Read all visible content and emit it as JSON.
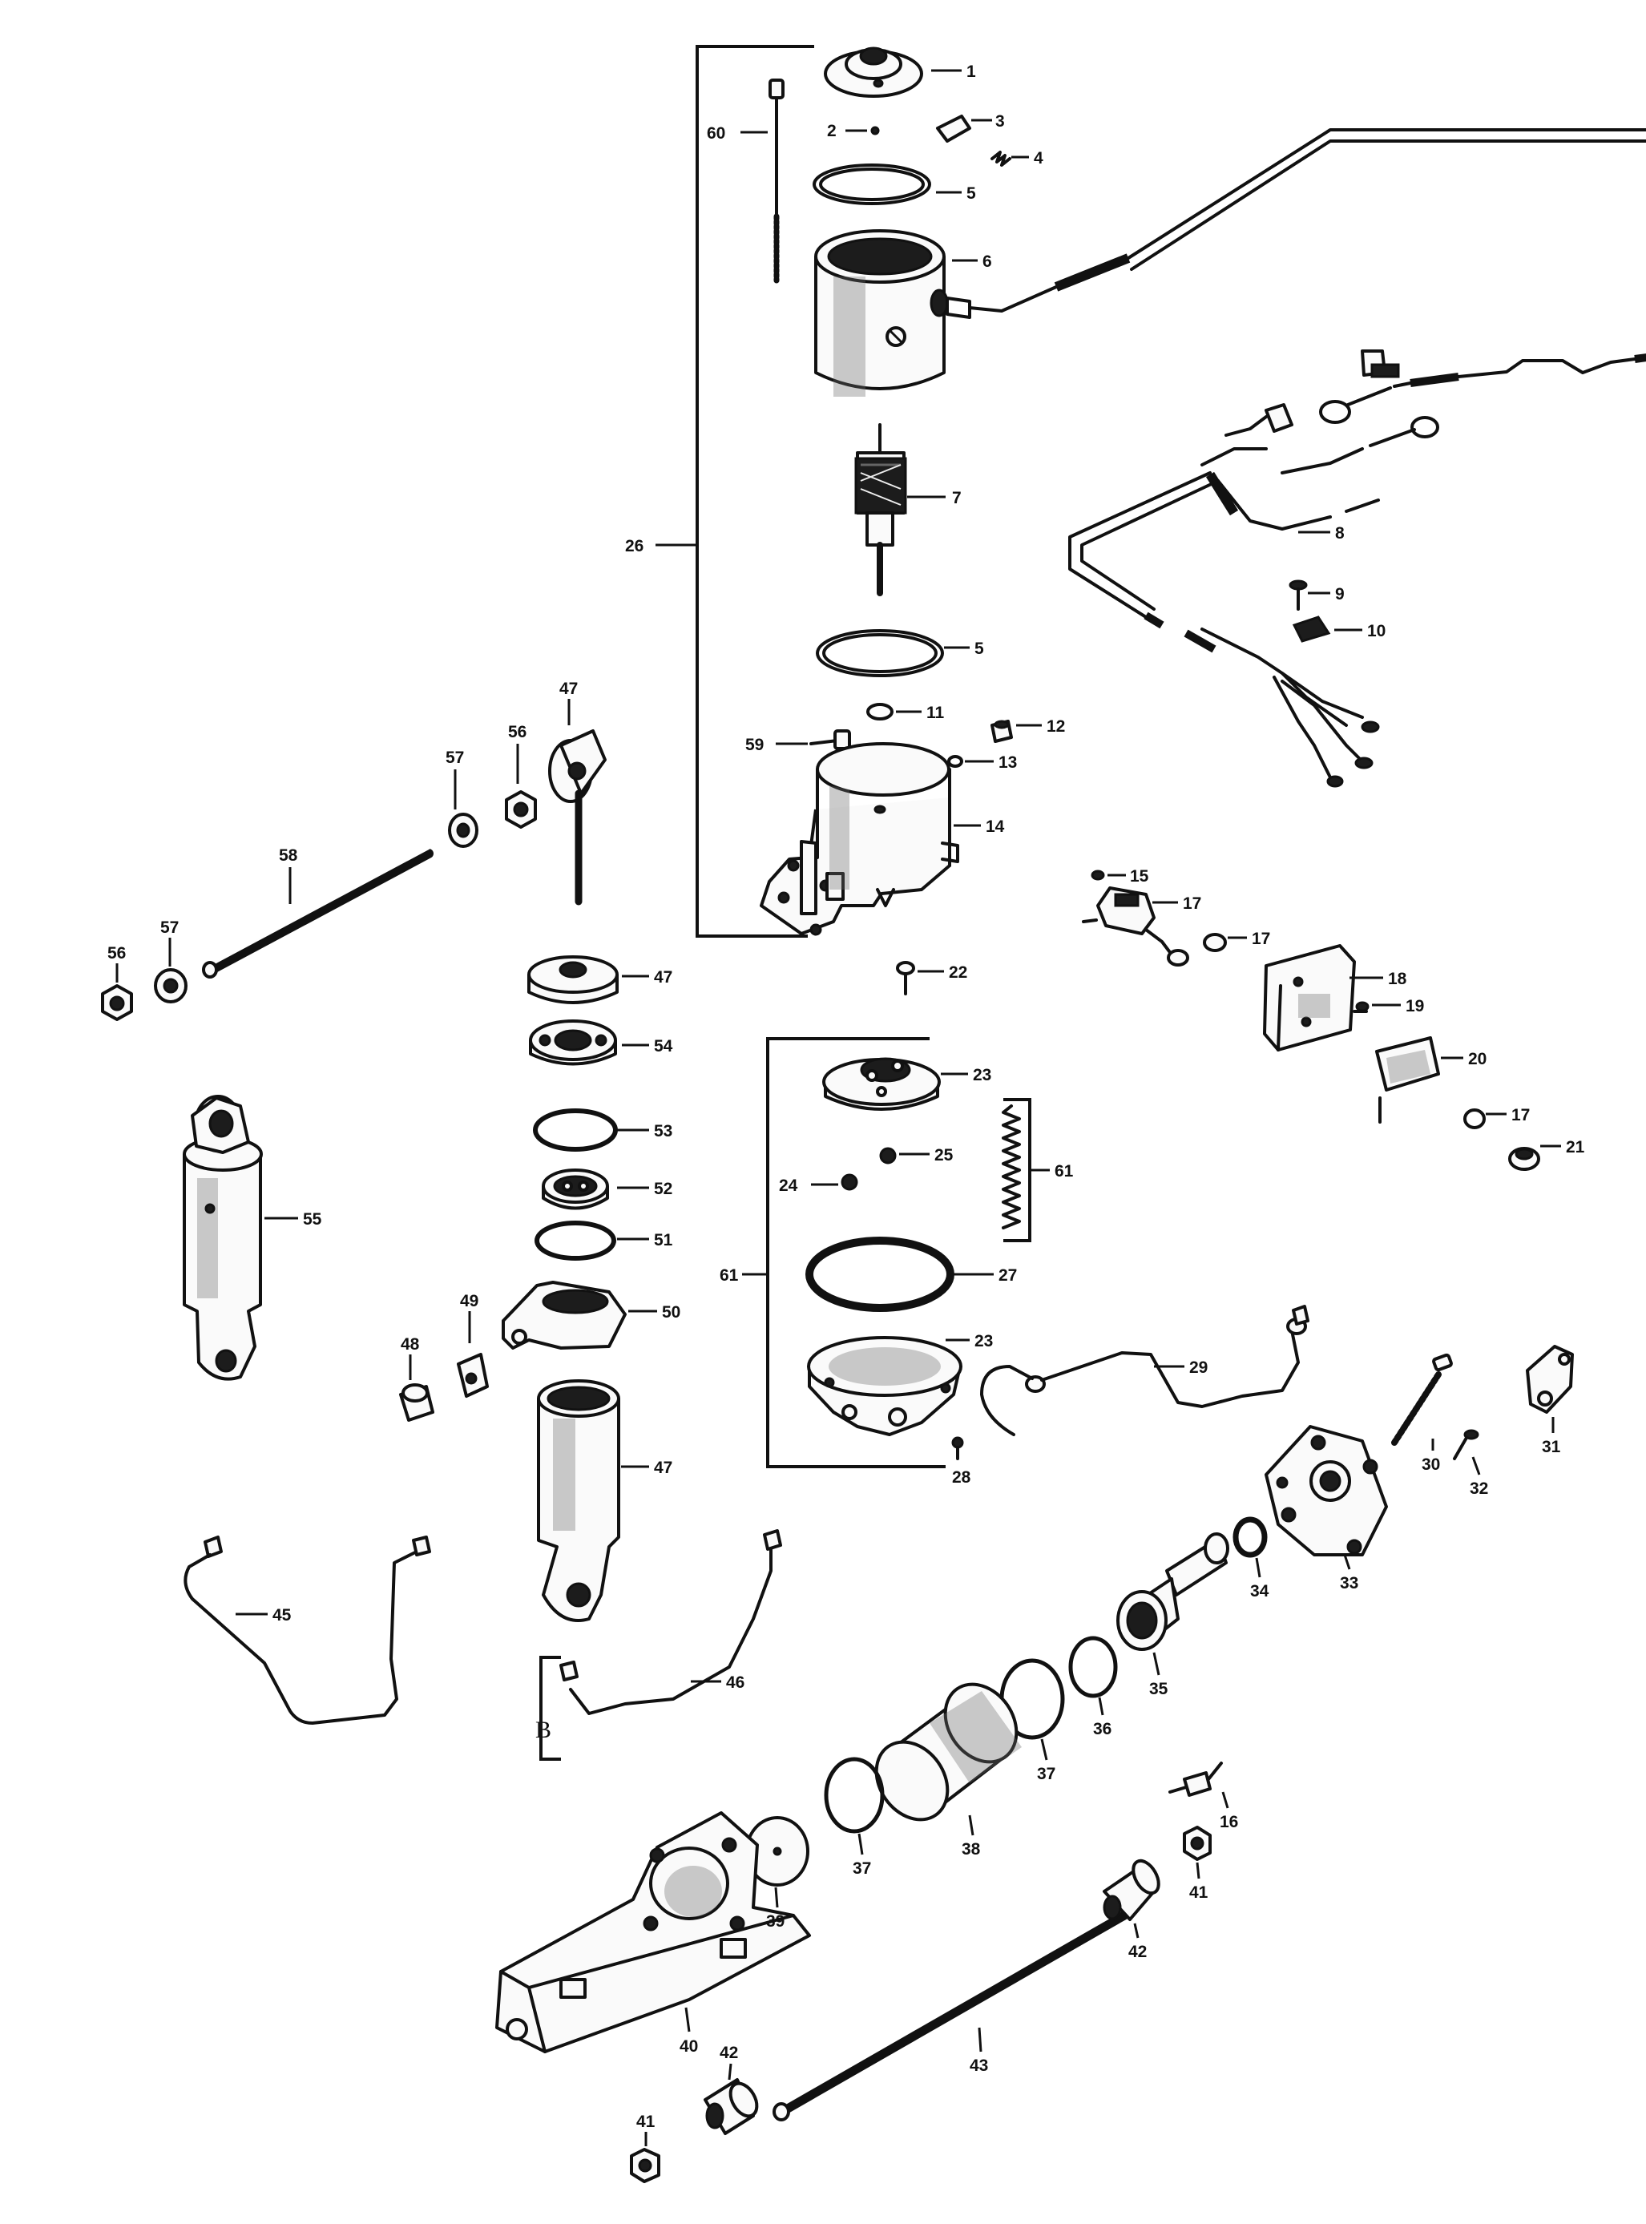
{
  "callouts": {
    "c1": "1",
    "c2": "2",
    "c3": "3",
    "c4": "4",
    "c5a": "5",
    "c5b": "5",
    "c6": "6",
    "c7": "7",
    "c8": "8",
    "c9": "9",
    "c10": "10",
    "c11": "11",
    "c12": "12",
    "c13": "13",
    "c14": "14",
    "c15": "15",
    "c16": "16",
    "c17a": "17",
    "c17b": "17",
    "c17c": "17",
    "c18": "18",
    "c19": "19",
    "c20": "20",
    "c21": "21",
    "c22": "22",
    "c23a": "23",
    "c23b": "23",
    "c24": "24",
    "c25": "25",
    "c26": "26",
    "c27": "27",
    "c28": "28",
    "c29": "29",
    "c30": "30",
    "c31": "31",
    "c32": "32",
    "c33": "33",
    "c34": "34",
    "c35": "35",
    "c36": "36",
    "c37a": "37",
    "c37b": "37",
    "c38": "38",
    "c39": "39",
    "c40": "40",
    "c41a": "41",
    "c41b": "41",
    "c42a": "42",
    "c42b": "42",
    "c43": "43",
    "c45": "45",
    "c46": "46",
    "c47a": "47",
    "c47b": "47",
    "c47c": "47",
    "c48": "48",
    "c49": "49",
    "c50": "50",
    "c51": "51",
    "c52": "52",
    "c53": "53",
    "c54": "54",
    "c55": "55",
    "c56a": "56",
    "c56b": "56",
    "c57a": "57",
    "c57b": "57",
    "c58": "58",
    "c59": "59",
    "c60": "60",
    "c61a": "61",
    "c61b": "61",
    "cB": "B"
  }
}
